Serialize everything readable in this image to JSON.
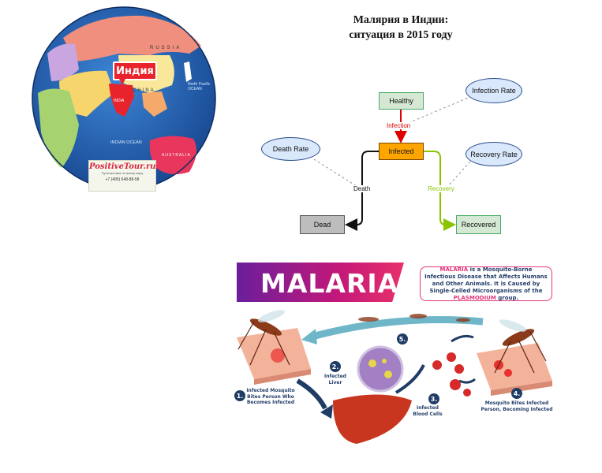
{
  "title": {
    "line1": "Малярия в Индии:",
    "line2": "ситуация в 2015 году"
  },
  "globe": {
    "callout_label": "Индия",
    "labels": {
      "russia": "RUSSIA",
      "china": "CHINA",
      "india": "INDIA",
      "indian_ocean": "INDIAN OCEAN",
      "pacific": "North Pacific OCEAN",
      "australia": "AUSTRALIA"
    },
    "logo": "PositiveTour.ru",
    "logo_sub": "Путешествия по всему миру",
    "phone": "+7 (495) 648-88-58"
  },
  "flow": {
    "nodes": {
      "healthy": "Healthy",
      "infected": "Infected",
      "dead": "Dead",
      "recovered": "Recovered"
    },
    "rates": {
      "infection_rate": "Infection Rate",
      "death_rate": "Death Rate",
      "recovery_rate": "Recovery Rate"
    },
    "edges": {
      "infection": "Infection",
      "death": "Death",
      "recovery": "Recovery"
    },
    "colors": {
      "infection": "#e00000",
      "recovery": "#8bc400",
      "death": "#111111"
    }
  },
  "infographic": {
    "title": "MALARIA",
    "callout": {
      "part1": "MALARIA",
      "part2": " is a Mosquito-Borne Infectious Disease that Affects Humans and Other Animals. It is Caused by Single-Celled Microorganisms of the ",
      "part3": "PLASMODIUM",
      "part4": " group."
    },
    "steps": [
      {
        "num": "1.",
        "text": "Infected Mosquito Bites Person Who Becomes Infected"
      },
      {
        "num": "2.",
        "text": "Infected Liver"
      },
      {
        "num": "3.",
        "text": "Infected Blood Cells"
      },
      {
        "num": "4.",
        "text": "Mosquito Bites Infected Person, Becoming Infected"
      },
      {
        "num": "5.",
        "text": ""
      }
    ],
    "colors": {
      "accent": "#e2367a",
      "navy": "#1f3c64",
      "teal_arrow": "#6fb7c8"
    }
  }
}
